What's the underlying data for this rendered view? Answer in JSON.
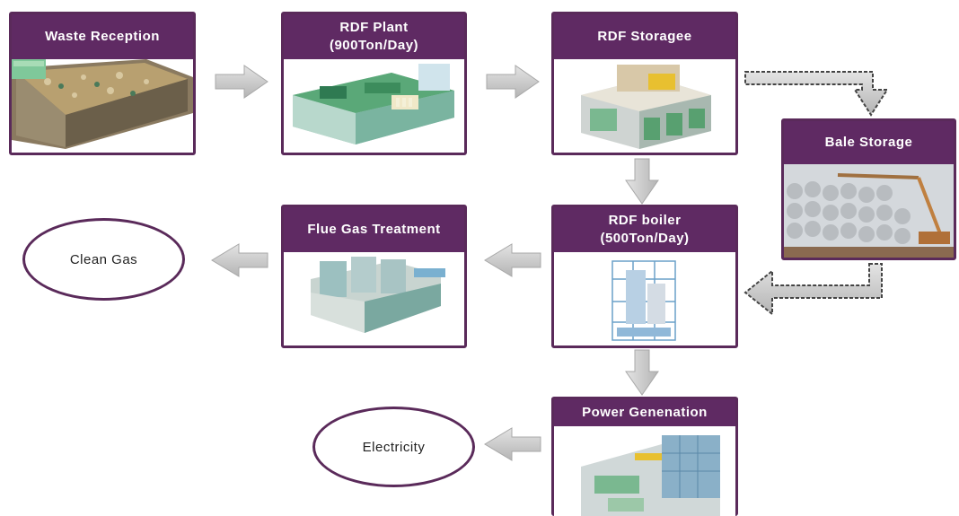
{
  "nodes": {
    "waste_reception": "Waste Reception",
    "rdf_plant": [
      "RDF Plant",
      "(900Ton/Day)"
    ],
    "rdf_storage": "RDF Storagee",
    "bale_storage": "Bale Storage",
    "rdf_boiler": [
      "RDF boiler",
      "(500Ton/Day)"
    ],
    "flue_gas": "Flue Gas Treatment",
    "power_generation": "Power Genenation",
    "clean_gas": "Clean Gas",
    "electricity": "Electricity"
  },
  "colors": {
    "header": "#5f2a63",
    "border": "#5a2a5a",
    "arrow": "#c8c8c8"
  }
}
